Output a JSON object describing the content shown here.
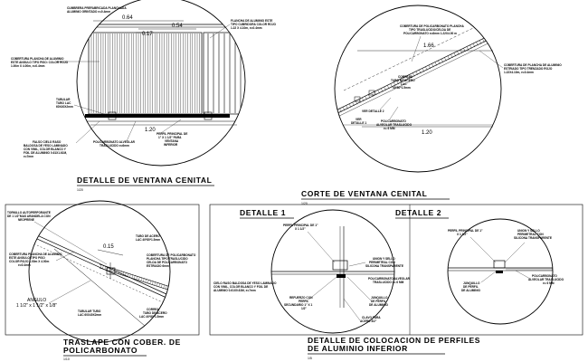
{
  "detail_a": {
    "dims": {
      "top_width": "0.64",
      "right_width": "0.54",
      "small": "0.17",
      "bottom": "1.20"
    },
    "notes": {
      "cap": [
        "CUMBRERA PREFABRICADA PLANCHADA",
        "ALUMINIO GRINTADO e=0.4mm"
      ],
      "top_right": [
        "FLANCHA DE ALUMINIO ESTE",
        "TIPO CUBRIDORA COLOR ROJO",
        "1.22 X 4.10m, e=0.4mm"
      ],
      "left": [
        "COBERTURA PLANCHA DE ALUMINIO",
        "ESTE ANGULO TIPO PISO: COLOR ROJO",
        "1.00m X 4.00m, e=0.4mm"
      ],
      "tubular": [
        "TUBULAR",
        "TUBO LAC",
        "60X40X2mm"
      ],
      "cielo": [
        "FALSO CIELO RASO",
        "BALDOSA DE YESO LAMINADO",
        "CON VINIL, COLOR BLANCO Y",
        "FOIL DE ALUMINIO 0.61X1.61M,",
        "e=7mm"
      ],
      "policarb": [
        "POLICARBONATO ALVEOLAR",
        "TRASLUCIDO e=6mm"
      ],
      "perfil": [
        "PERFIL PRINCIPAL DE",
        "1\" X 1 1/2\" PARA",
        "VENTANA",
        "INFERIOR"
      ]
    },
    "title": "DETALLE  DE  VENTANA  CENITAL",
    "scale": "1/20"
  },
  "detail_b": {
    "dims": {
      "top": "1.66",
      "bottom": "1.20"
    },
    "notes": {
      "policarb_top": [
        "COBERTURA DE POLICARBONATO PLANCHA",
        "TIPO TRASLUCIDO/CELDA DE",
        "POLICARBONATO e=6mm 1.22X4.00 m"
      ],
      "flancha": [
        "COBERTURA DE PLANCHA DE ALUMINIO",
        "ESTRIADO TIPO TRENZADO ROJO",
        "1.22X4.10m, e=0.4mm"
      ],
      "correas": [
        "CORREAS",
        "TUBO DE ACERO",
        "LAC",
        "40*80*1.5mm"
      ],
      "ver_det2": "VER DETALLE 2",
      "ver_det1": [
        "VER",
        "DETALLE 1"
      ],
      "policarb_low": [
        "POLICARBONATO",
        "ALVEOLAR TRASLUCIDO",
        "e= 6 MM"
      ]
    },
    "title": "CORTE  DE  VENTANA  CENITAL",
    "scale": "1/20"
  },
  "detail_c": {
    "dims": {
      "overlap": "0.15"
    },
    "notes": {
      "tornillo": [
        "TORNILLO AUTOPERFORANTE",
        "DE 1 1/2\"MAS ARANDELA CON",
        "NEOPRENE"
      ],
      "aluminio": [
        "COBERTURA PLANCHA DE ALUMINIO",
        "ESTE ANGULO TIPO PISO",
        "COLOR ROJO 1.00m X 4.00m",
        "e=0.4mm"
      ],
      "policarb": [
        "COBERTURA DE POLICARBONATO",
        "PLANCHA TIPO TRASLUCIDO",
        "CELDA DE POLICARBONATO",
        "ESTRIADO 6mm"
      ],
      "tubo": [
        "TUBO DE ACERO",
        "LAC 40*80*1.5mm"
      ],
      "angulo": [
        "ANGULO",
        "1 1/2\" x 1 1/2\" x 1/8\""
      ],
      "tubular": [
        "TUBULAR TUBO",
        "LAC 60X40X2mm"
      ],
      "correa": [
        "CORREA",
        "TUBO DE ACERO",
        "LAC 40*80*1.5mm"
      ]
    },
    "title": [
      "TRASLAPE  CON  COBER.  DE",
      "POLICARBONATO"
    ],
    "scale": "1/10"
  },
  "detail_d": {
    "header1": "DETALLE  1",
    "header2": "DETALLE  2",
    "notes": {
      "perfil": [
        "PERFIL PRINCIPAL DE 1\"",
        "X 1 1/2\""
      ],
      "union": [
        "UNION Y SELLO",
        "PERIMETRAL CON",
        "SILICONA TRANSPARENTE"
      ],
      "policarb": [
        "POLICARBONATO ALVEOLAR",
        "TRASLUCIDO e= 6 MM"
      ],
      "cielo": [
        "CIELO RASO BALDOSA DE YESO LAMINADO",
        "CON VINIL, COLOR BLANCO Y FOIL DE",
        "ALUMINIO 0.61X0.61M, e=7mm"
      ],
      "refuerzo": [
        "REFUERZO CON",
        "PERFIL",
        "SECUNDARIO 1\" X 1",
        "1/2\""
      ],
      "junquillo": [
        "JUNQUILLO",
        "DE PERFIL",
        "DE ALUMINIO"
      ],
      "clavo": [
        "CLAVO PARA",
        "ACERO 3/2\""
      ],
      "perfil2": [
        "PERFIL PRINCIPAL DE 1\"",
        "X 1 1/2\""
      ],
      "union2": [
        "UNION Y SELLO",
        "PERIMETRAL CON",
        "SILICONA TRANSPARENTE"
      ],
      "junquillo2": [
        "JUNQUILLO",
        "DE PERFIL",
        "DE ALUMINIO"
      ],
      "policarb2": [
        "POLICARBONATO",
        "ALVEOLAR TRASLUCIDO",
        "e= 6 MM"
      ]
    },
    "title": [
      "DETALLE  DE  COLOCACION  DE  PERFILES",
      "DE  ALUMINIO  INFERIOR"
    ],
    "scale": "1/5"
  }
}
